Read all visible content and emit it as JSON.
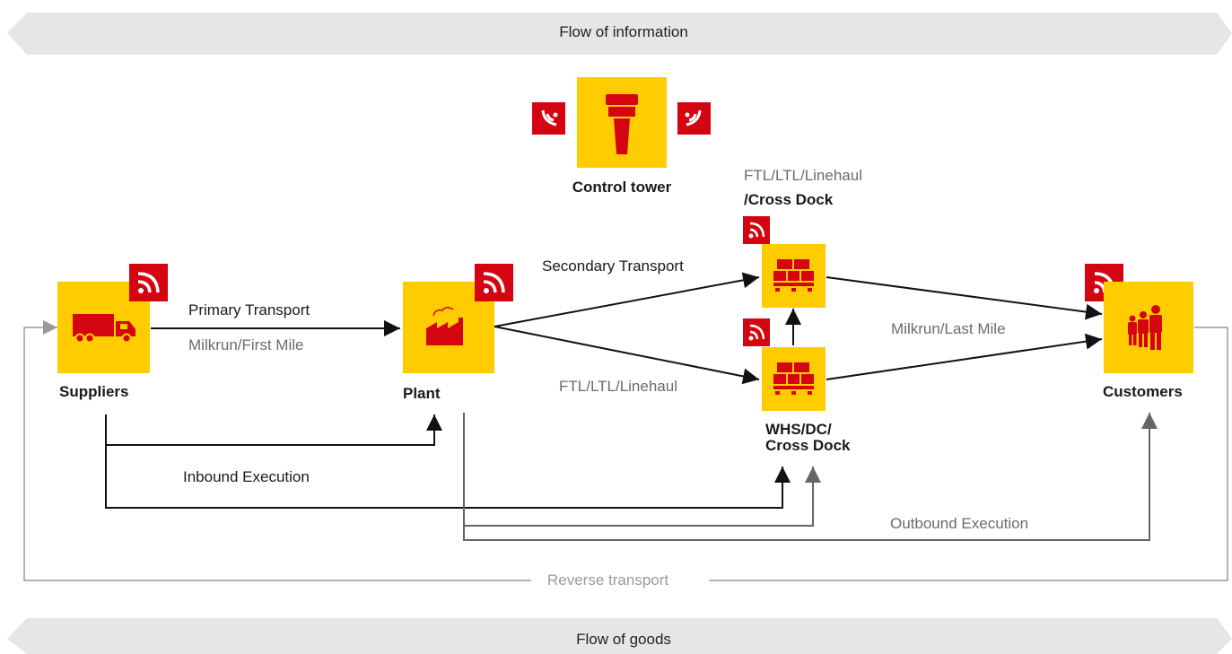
{
  "banners": {
    "top": "Flow of information",
    "bottom": "Flow of goods"
  },
  "nodes": {
    "control_tower": "Control tower",
    "suppliers": "Suppliers",
    "plant": "Plant",
    "cross_dock_top_line1": "FTL/LTL/Linehaul",
    "cross_dock_top_line2": "/Cross Dock",
    "whs_line1": "WHS/DC/",
    "whs_line2": "Cross Dock",
    "customers": "Customers"
  },
  "edges": {
    "primary_transport": "Primary Transport",
    "milkrun_first_mile": "Milkrun/First Mile",
    "secondary_transport": "Secondary Transport",
    "ftl_ltl_linehaul": "FTL/LTL/Linehaul",
    "milkrun_last_mile": "Milkrun/Last Mile",
    "inbound_execution": "Inbound Execution",
    "outbound_execution": "Outbound Execution",
    "reverse_transport": "Reverse transport"
  },
  "colors": {
    "tile_yellow": "#FFCC00",
    "badge_red": "#D40511",
    "banner_grey": "#E6E6E6",
    "arrow_black": "#111111",
    "arrow_grey": "#666666",
    "reverse_grey": "#9a9a9a"
  },
  "icons": {
    "control_tower": "control-tower-icon",
    "suppliers": "truck-icon",
    "plant": "factory-icon",
    "warehouse": "pallet-boxes-icon",
    "customers": "people-icon",
    "signal_rss": "rss-signal-icon",
    "signal_wifi": "wifi-signal-icon",
    "signal_left": "signal-left-icon",
    "signal_right": "signal-right-icon"
  }
}
